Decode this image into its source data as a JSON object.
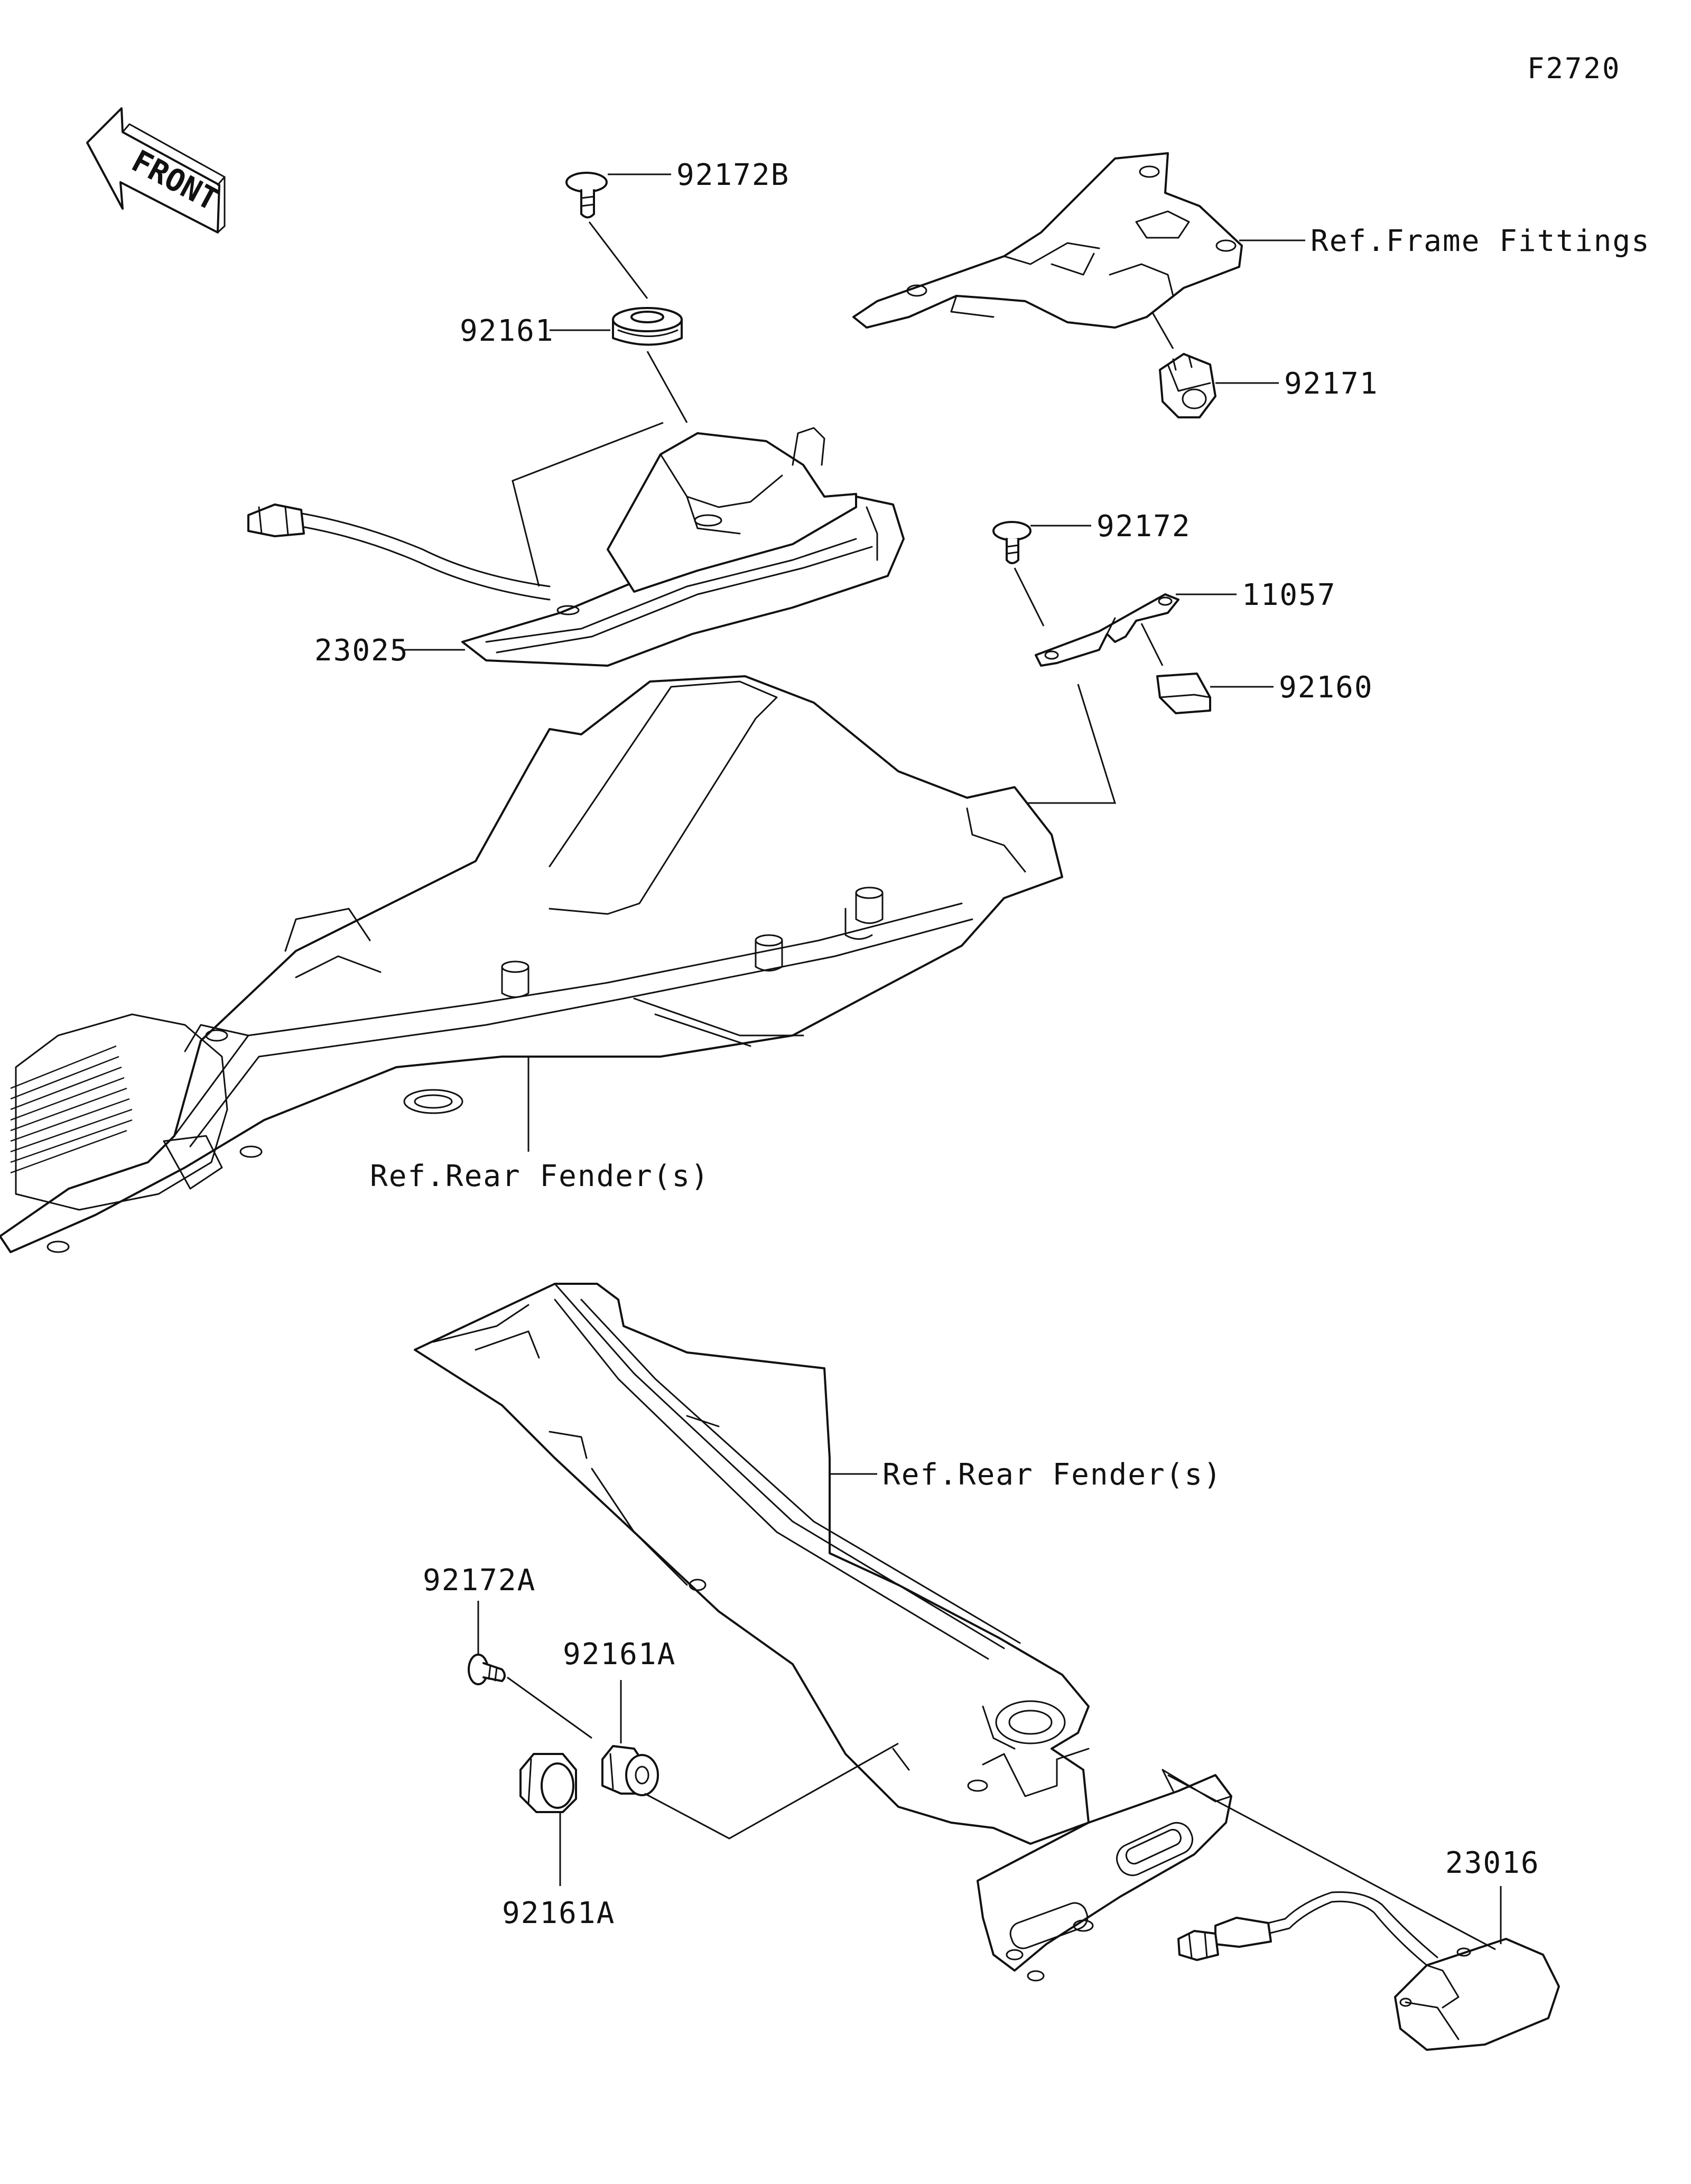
{
  "figure_code": "F2720",
  "front_label": "FRONT",
  "parts": {
    "p92172B": "92172B",
    "p92161": "92161",
    "p23025": "23025",
    "p92171": "92171",
    "p92172": "92172",
    "p11057": "11057",
    "p92160": "92160",
    "p92172A": "92172A",
    "p92161A_top": "92161A",
    "p92161A_bottom": "92161A",
    "p23016": "23016"
  },
  "refs": {
    "frame_fittings": "Ref.Frame Fittings",
    "rear_fender_upper": "Ref.Rear Fender(s)",
    "rear_fender_lower": "Ref.Rear Fender(s)"
  }
}
